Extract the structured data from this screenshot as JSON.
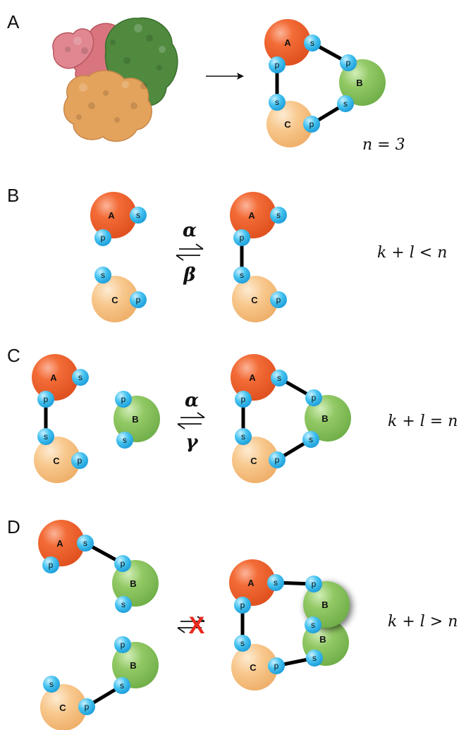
{
  "panels": [
    {
      "label": "A",
      "equation": "n = 3"
    },
    {
      "label": "B",
      "equation": "k + l < n",
      "forward": "α",
      "backward": "β"
    },
    {
      "label": "C",
      "equation": "k + l = n",
      "forward": "α",
      "backward": "γ"
    },
    {
      "label": "D",
      "equation": "k + l > n",
      "blocked_mark": "X"
    }
  ],
  "subunits": {
    "A": "A",
    "B": "B",
    "C": "C"
  },
  "sites": {
    "s": "s",
    "p": "p"
  },
  "colors": {
    "A": "#f26a35",
    "B": "#8cc760",
    "C": "#f7c98b",
    "site": "#3fc0ee",
    "blocked": "#e8281d",
    "protein_pink": "#d9757f",
    "protein_green": "#4f8a3f",
    "protein_orange": "#e3a35c"
  }
}
